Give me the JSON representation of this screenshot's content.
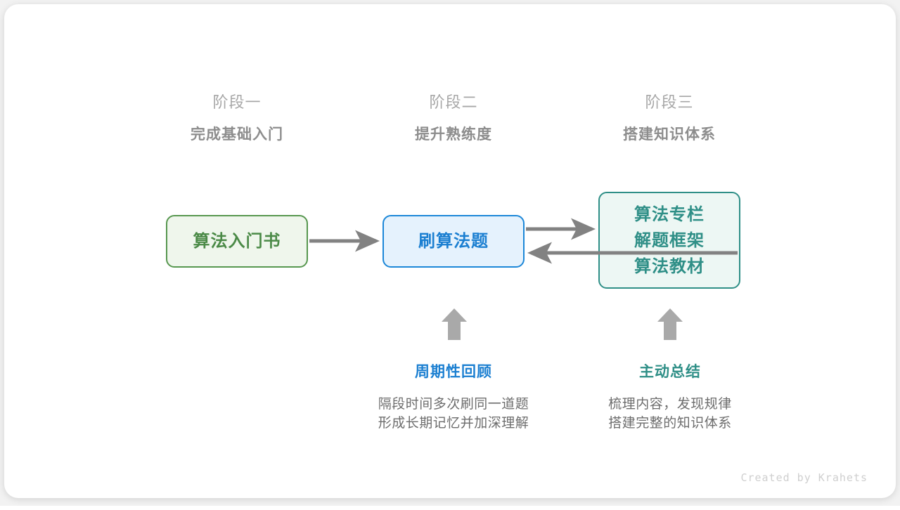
{
  "stages": [
    {
      "number": "阶段一",
      "title": "完成基础入门"
    },
    {
      "number": "阶段二",
      "title": "提升熟练度"
    },
    {
      "number": "阶段三",
      "title": "搭建知识体系"
    }
  ],
  "nodes": {
    "book": {
      "label": "算法入门书",
      "color": "#4b8a47",
      "border": "#57974f",
      "fill": "#eff6ec"
    },
    "practice": {
      "label": "刷算法题",
      "color": "#1b7fd1",
      "border": "#1c87d8",
      "fill": "#e5f2fd"
    },
    "knowledge": {
      "lines": [
        "算法专栏",
        "解题框架",
        "算法教材"
      ],
      "color": "#2f8f87",
      "border": "#2f8f87",
      "fill": "#edf7f4"
    }
  },
  "arrows": {
    "color": "#828282",
    "items": [
      {
        "name": "book-to-practice",
        "direction": "right"
      },
      {
        "name": "practice-to-knowledge",
        "direction": "right"
      },
      {
        "name": "knowledge-to-practice",
        "direction": "left"
      },
      {
        "name": "review-up",
        "direction": "up"
      },
      {
        "name": "summary-up",
        "direction": "up"
      }
    ]
  },
  "notes": [
    {
      "title": "周期性回顾",
      "desc_line1": "隔段时间多次刷同一道题",
      "desc_line2": "形成长期记忆并加深理解"
    },
    {
      "title": "主动总结",
      "desc_line1": "梳理内容，发现规律",
      "desc_line2": "搭建完整的知识体系"
    }
  ],
  "footer": {
    "credit": "Created by Krahets"
  }
}
